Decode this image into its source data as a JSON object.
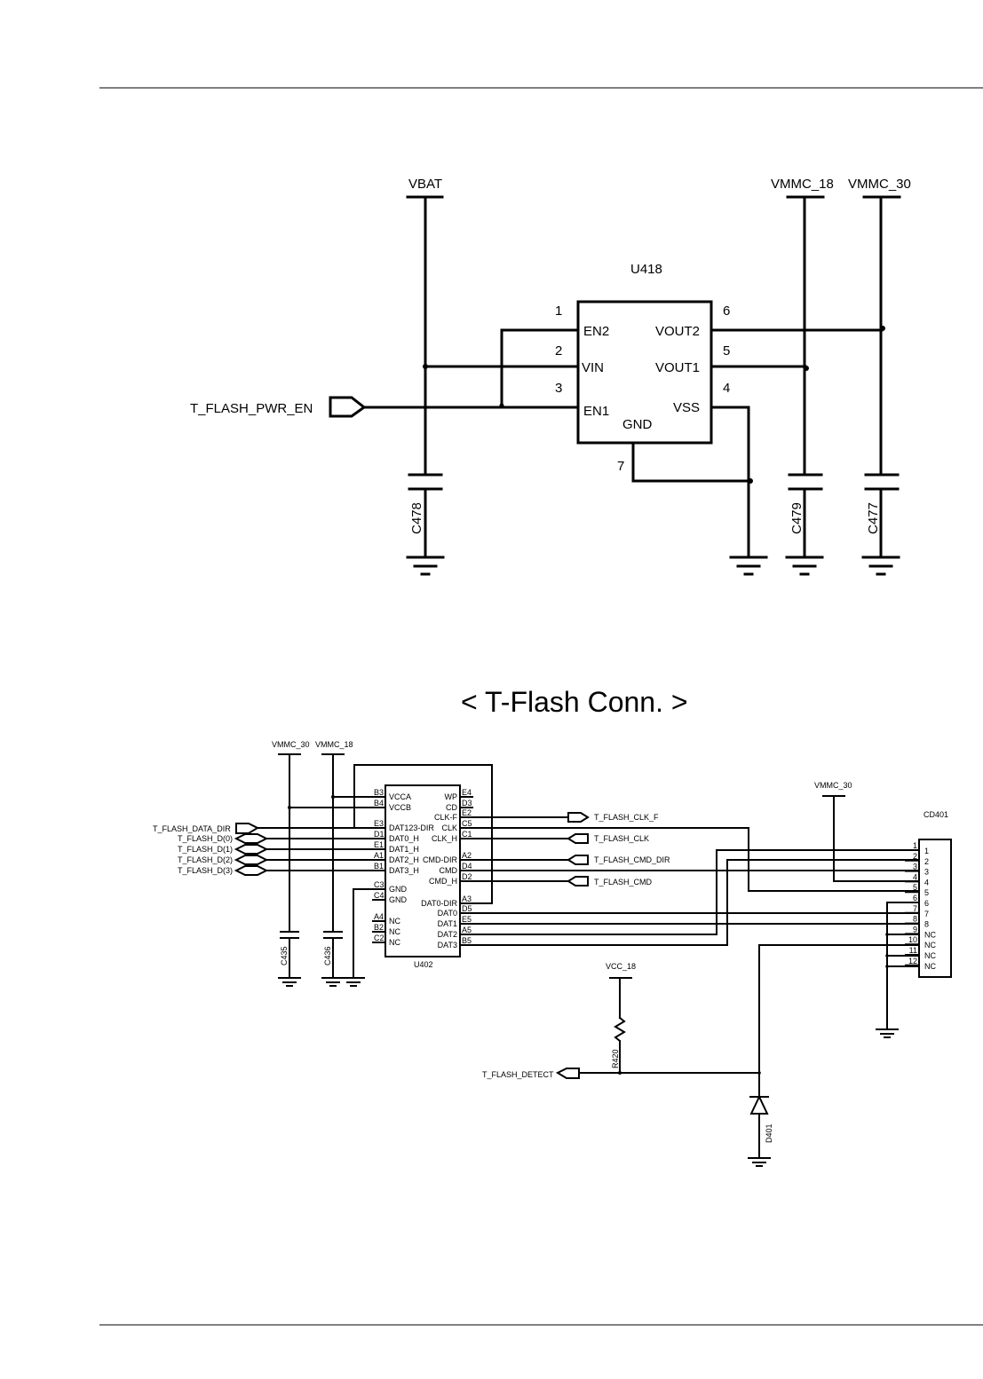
{
  "page": {
    "section_title": "< T-Flash Conn. >"
  },
  "top_circuit": {
    "ic": {
      "ref": "U418",
      "pins_left": [
        {
          "num": "1",
          "name": "EN2"
        },
        {
          "num": "2",
          "name": "VIN"
        },
        {
          "num": "3",
          "name": "EN1"
        }
      ],
      "pins_right": [
        {
          "num": "6",
          "name": "VOUT2"
        },
        {
          "num": "5",
          "name": "VOUT1"
        },
        {
          "num": "4",
          "name": "VSS"
        }
      ],
      "pin_bottom": {
        "num": "7",
        "name": "GND"
      }
    },
    "power_rails": [
      "VBAT",
      "VMMC_18",
      "VMMC_30"
    ],
    "input_net": "T_FLASH_PWR_EN",
    "capacitors": [
      "C478",
      "C479",
      "C477"
    ]
  },
  "bottom_circuit": {
    "power_rails": [
      "VMMC_30",
      "VMMC_18",
      "VMMC_30",
      "VCC_18"
    ],
    "left_nets": [
      "T_FLASH_DATA_DIR",
      "T_FLASH_D(0)",
      "T_FLASH_D(1)",
      "T_FLASH_D(2)",
      "T_FLASH_D(3)"
    ],
    "right_nets": [
      "T_FLASH_CLK_F",
      "T_FLASH_CLK",
      "T_FLASH_CMD_DIR",
      "T_FLASH_CMD"
    ],
    "detect_net": "T_FLASH_DETECT",
    "ic": {
      "ref": "U402",
      "left_pins": [
        {
          "ball": "B3",
          "name": "VCCA"
        },
        {
          "ball": "B4",
          "name": "VCCB"
        },
        {
          "ball": "E3",
          "name": "DAT123-DIR"
        },
        {
          "ball": "D1",
          "name": "DAT0_H"
        },
        {
          "ball": "E1",
          "name": "DAT1_H"
        },
        {
          "ball": "A1",
          "name": "DAT2_H"
        },
        {
          "ball": "B1",
          "name": "DAT3_H"
        },
        {
          "ball": "C3",
          "name": "GND"
        },
        {
          "ball": "C4",
          "name": "GND"
        },
        {
          "ball": "A4",
          "name": "NC"
        },
        {
          "ball": "B2",
          "name": "NC"
        },
        {
          "ball": "C2",
          "name": "NC"
        }
      ],
      "right_pins": [
        {
          "ball": "E4",
          "name": "WP"
        },
        {
          "ball": "D3",
          "name": "CD"
        },
        {
          "ball": "E2",
          "name": "CLK-F"
        },
        {
          "ball": "C5",
          "name": "CLK"
        },
        {
          "ball": "C1",
          "name": "CLK_H"
        },
        {
          "ball": "A2",
          "name": "CMD-DIR"
        },
        {
          "ball": "D4",
          "name": "CMD"
        },
        {
          "ball": "D2",
          "name": "CMD_H"
        },
        {
          "ball": "A3",
          "name": "DAT0-DIR"
        },
        {
          "ball": "D5",
          "name": "DAT0"
        },
        {
          "ball": "E5",
          "name": "DAT1"
        },
        {
          "ball": "A5",
          "name": "DAT2"
        },
        {
          "ball": "B5",
          "name": "DAT3"
        }
      ]
    },
    "connector": {
      "ref": "CD401",
      "pins": [
        {
          "num": "1",
          "name": "1"
        },
        {
          "num": "2",
          "name": "2"
        },
        {
          "num": "3",
          "name": "3"
        },
        {
          "num": "4",
          "name": "4"
        },
        {
          "num": "5",
          "name": "5"
        },
        {
          "num": "6",
          "name": "6"
        },
        {
          "num": "7",
          "name": "7"
        },
        {
          "num": "8",
          "name": "8"
        },
        {
          "num": "9",
          "name": "NC"
        },
        {
          "num": "10",
          "name": "NC"
        },
        {
          "num": "11",
          "name": "NC"
        },
        {
          "num": "12",
          "name": "NC"
        }
      ]
    },
    "capacitors": [
      "C435",
      "C436"
    ],
    "resistor": "R420",
    "diode": "D401"
  }
}
